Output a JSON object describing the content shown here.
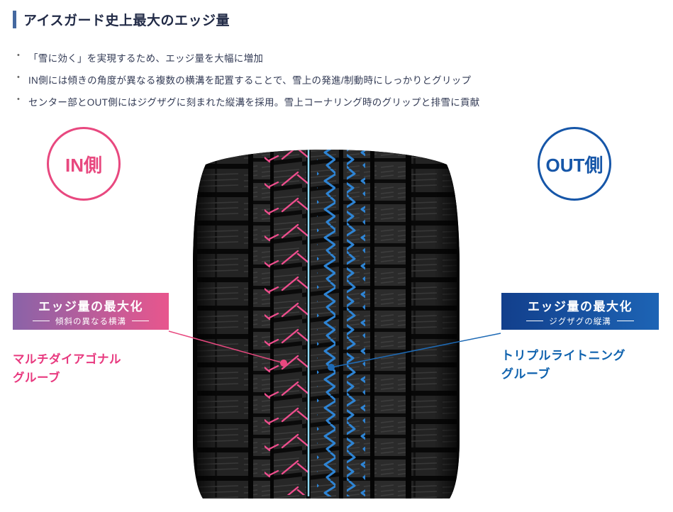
{
  "header": {
    "title": "アイスガード史上最大のエッジ量"
  },
  "bullets": [
    "「雪に効く」を実現するため、エッジ量を大幅に増加",
    "IN側には傾きの角度が異なる複数の横溝を配置することで、雪上の発進/制動時にしっかりとグリップ",
    "センター部とOUT側にはジグザグに刻まれた縦溝を採用。雪上コーナリング時のグリップと排雪に貢献"
  ],
  "badges": {
    "in_label": "IN側",
    "out_label": "OUT側"
  },
  "callouts": {
    "left": {
      "title": "エッジ量の最大化",
      "subtitle": "傾斜の異なる横溝",
      "caption_line1": "マルチダイアゴナル",
      "caption_line2": "グルーブ"
    },
    "right": {
      "title": "エッジ量の最大化",
      "subtitle": "ジグザグの縦溝",
      "caption_line1": "トリプルライトニング",
      "caption_line2": "グルーブ"
    }
  },
  "colors": {
    "pink": "#e8487f",
    "purple": "#8a63a8",
    "navy_blue": "#1656a8",
    "caption_blue": "#0f62ae",
    "center_groove_cyan": "#8fd9f2",
    "zigzag_blue": "#2e84d4",
    "heading_bar_blue": "#4569a0"
  }
}
